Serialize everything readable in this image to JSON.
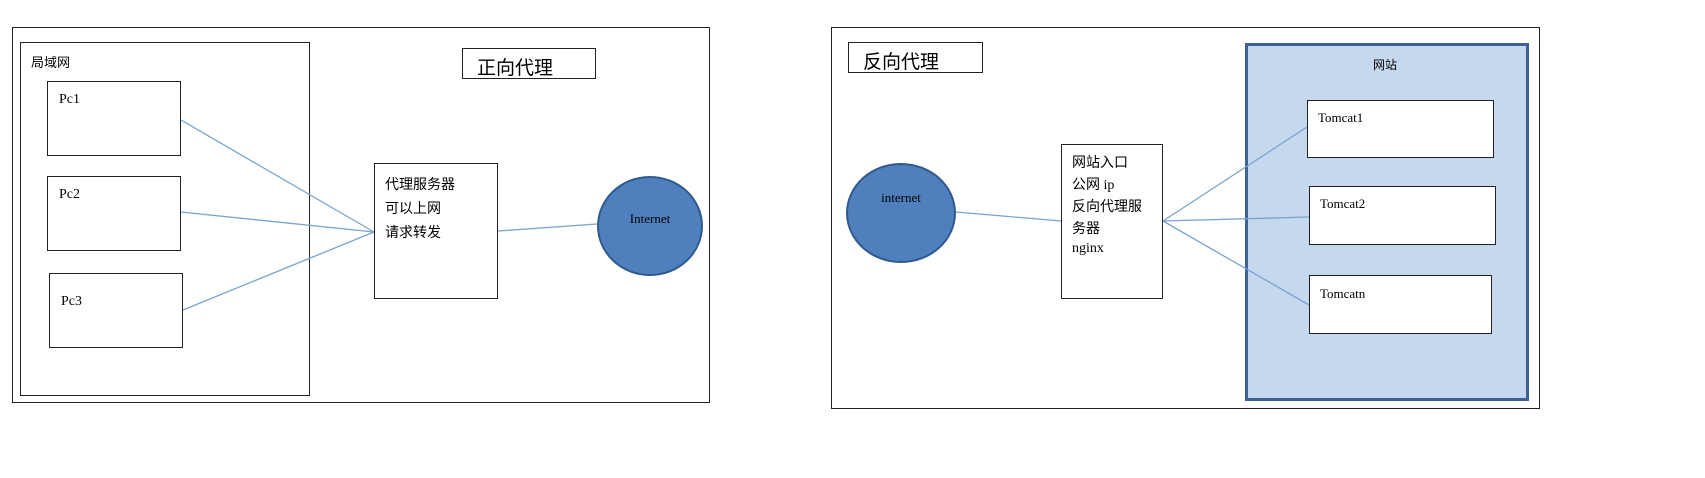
{
  "forward": {
    "title": "正向代理",
    "lan_label": "局域网",
    "pcs": [
      "Pc1",
      "Pc2",
      "Pc3"
    ],
    "proxy_lines": [
      "代理服务器",
      "可以上网",
      "请求转发"
    ],
    "internet": "Internet"
  },
  "reverse": {
    "title": "反向代理",
    "internet": "internet",
    "entry_lines": [
      "网站入口",
      "公网 ip",
      "反向代理服",
      "务器",
      "nginx"
    ],
    "site_label": "网站",
    "servers": [
      "Tomcat1",
      "Tomcat2",
      "Tomcatn"
    ]
  },
  "colors": {
    "line": "#7ba3d0",
    "node_fill": "#4f7fbd",
    "site_fill": "#c6d8ee",
    "site_border": "#3d6192"
  }
}
